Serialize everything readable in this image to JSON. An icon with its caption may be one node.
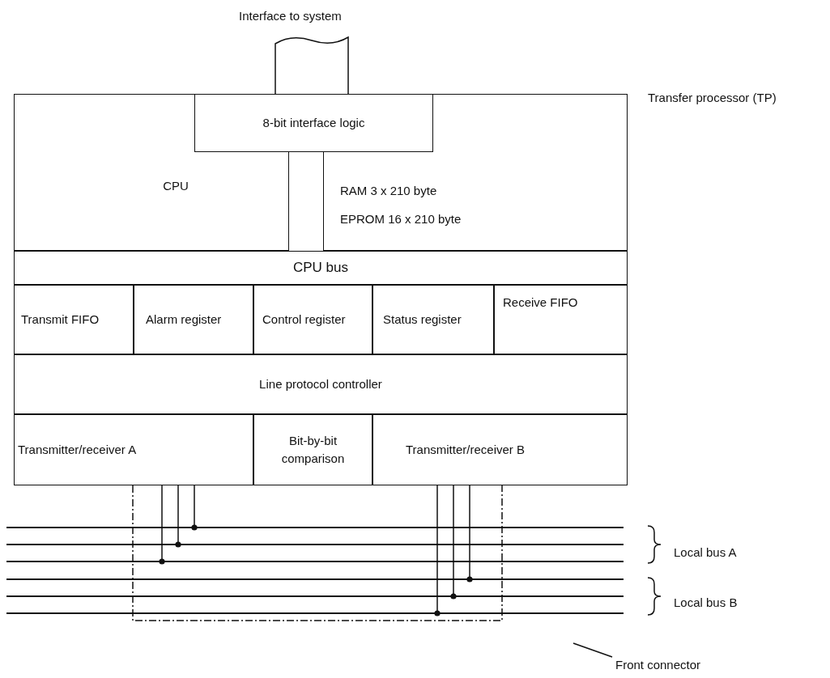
{
  "diagram": {
    "nodes": [
      {
        "text": [
          "Interface to system"
        ]
      },
      {
        "text": [],
        "shape": "box"
      },
      {
        "text": [
          "8-bit interface logic"
        ],
        "in": 1
      },
      {
        "text": [
          "CPU"
        ],
        "in": 1
      },
      {
        "text": [
          "RAM 3 x 210 byte",
          "EPROM 16 x 210 byte"
        ],
        "in": 1
      },
      {
        "text": [
          "CPU bus"
        ],
        "in": 1
      },
      {
        "text": [
          "Transmit FIFO"
        ],
        "in": 1
      },
      {
        "text": [
          "Alarm register"
        ],
        "in": 1
      },
      {
        "text": [
          "Control register"
        ],
        "in": 1
      },
      {
        "text": [
          "Status register"
        ],
        "in": 1
      },
      {
        "text": [
          "Receive FIFO"
        ],
        "in": 1
      },
      {
        "text": [
          "Line protocol controller"
        ],
        "in": 1
      },
      {
        "text": [
          "Transmitter/receiver A"
        ],
        "in": 1
      },
      {
        "text": [
          "Bit-by-bit comparison"
        ],
        "in": 1
      },
      {
        "text": [
          "Transmitter/receiver B"
        ],
        "in": 1
      },
      {
        "text": [],
        "shape": "line"
      },
      {
        "text": [],
        "shape": "line"
      },
      {
        "text": [],
        "shape": "line"
      },
      {
        "text": [],
        "shape": "line"
      },
      {
        "text": [],
        "shape": "line"
      },
      {
        "text": [],
        "shape": "line"
      },
      {
        "text": [
          "Front connector"
        ]
      }
    ],
    "edges": [
      {
        "from": 0,
        "to": 2,
        "arrow": "none"
      },
      {
        "from": 12,
        "to": 15,
        "arrow": "other"
      },
      {
        "from": 12,
        "to": 16,
        "arrow": "other"
      },
      {
        "from": 12,
        "to": 17,
        "arrow": "other"
      },
      {
        "from": 14,
        "to": 18,
        "arrow": "other"
      },
      {
        "from": 14,
        "to": 19,
        "arrow": "other"
      },
      {
        "from": 14,
        "to": 20,
        "arrow": "other"
      },
      {
        "from": 21,
        "to": null,
        "arrow": "none"
      }
    ],
    "labels": [
      "Transfer processor (TP)",
      "Local bus A",
      "Local bus B"
    ]
  }
}
